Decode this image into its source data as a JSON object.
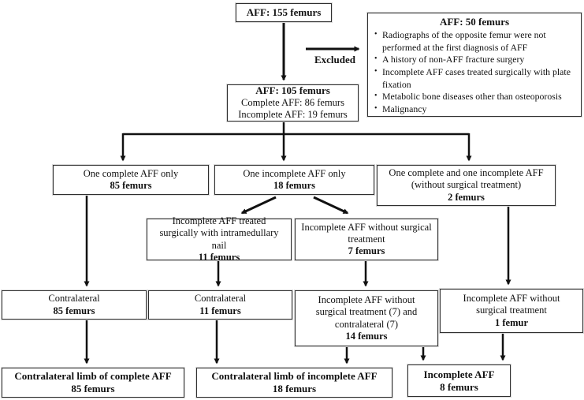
{
  "root": {
    "label": "AFF: 155 femurs"
  },
  "excluded": {
    "arrow_label": "Excluded",
    "title": "AFF: 50 femurs",
    "bullets": [
      "Radiographs of the opposite femur were not performed at the first diagnosis of AFF",
      "A history of non-AFF fracture surgery",
      "Incomplete AFF cases treated surgically with plate fixation",
      "Metabolic bone diseases other than osteoporosis",
      "Malignancy"
    ]
  },
  "included": {
    "title": "AFF: 105 femurs",
    "complete_line": "Complete AFF: 86 femurs",
    "incomplete_line": "Incomplete AFF: 19 femurs"
  },
  "groups": {
    "one_complete": {
      "label": "One complete AFF only",
      "count": "85 femurs"
    },
    "one_incomplete": {
      "label": "One incomplete AFF only",
      "count": "18 femurs"
    },
    "complete_and_incomplete": {
      "label": "One complete and one incomplete AFF",
      "label2": "(without surgical treatment)",
      "count": "2 femurs"
    }
  },
  "subgroups": {
    "im_nail": {
      "label": "Incomplete AFF treated surgically with intramedullary nail",
      "count": "11 femurs"
    },
    "no_surgery": {
      "label": "Incomplete AFF without surgical treatment",
      "count": "7 femurs"
    }
  },
  "cohorts": {
    "contralateral_85": {
      "label": "Contralateral",
      "count": "85 femurs"
    },
    "contralateral_11": {
      "label": "Contralateral",
      "count": "11 femurs"
    },
    "no_surgery_and_contralateral": {
      "label": "Incomplete AFF without surgical treatment (7) and contralateral (7)",
      "count": "14 femurs"
    },
    "no_surgery_one": {
      "label": "Incomplete AFF without surgical treatment",
      "count": "1 femur"
    }
  },
  "final": {
    "complete_limb": {
      "label": "Contralateral limb of complete AFF",
      "count": "85 femurs"
    },
    "incomplete_limb": {
      "label": "Contralateral limb of incomplete AFF",
      "count": "18 femurs"
    },
    "incomplete_aff": {
      "label": "Incomplete AFF",
      "count": "8 femurs"
    }
  }
}
